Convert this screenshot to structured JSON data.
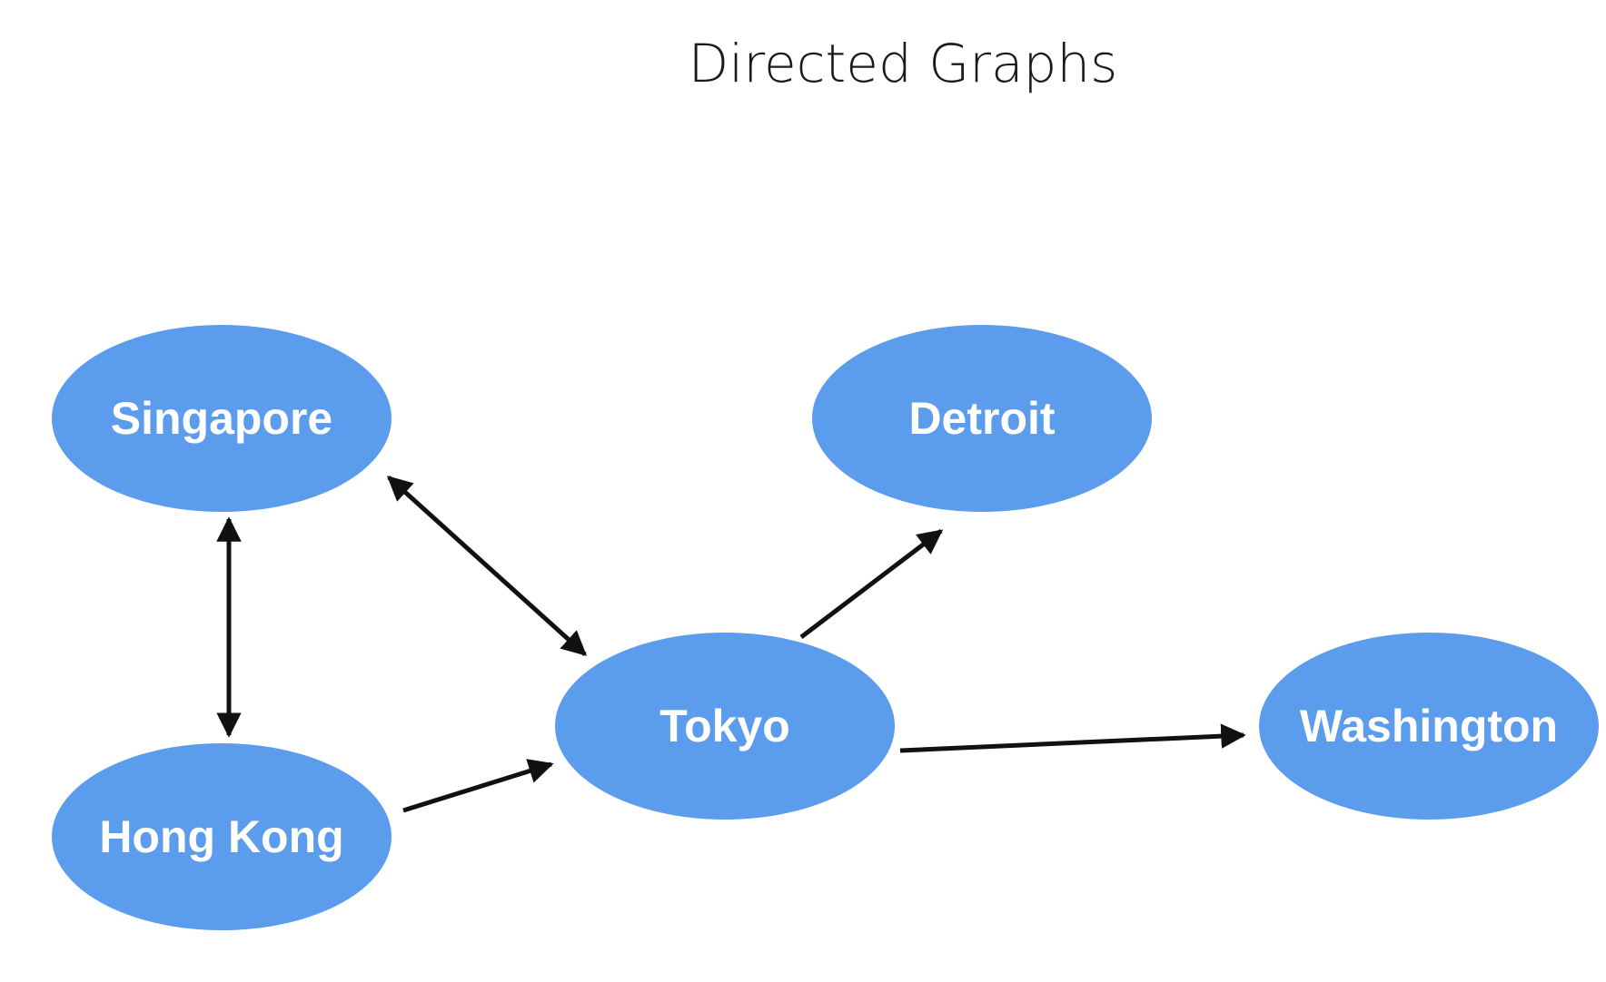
{
  "title": "Directed Graphs",
  "colors": {
    "node_fill": "#5b9cec",
    "node_text": "#ffffff",
    "edge": "#111111"
  },
  "nodes": [
    {
      "id": "singapore",
      "label": "Singapore"
    },
    {
      "id": "hongkong",
      "label": "Hong Kong"
    },
    {
      "id": "tokyo",
      "label": "Tokyo"
    },
    {
      "id": "detroit",
      "label": "Detroit"
    },
    {
      "id": "washington",
      "label": "Washington"
    }
  ],
  "edges": [
    {
      "from": "singapore",
      "to": "hongkong",
      "bidirectional": true
    },
    {
      "from": "singapore",
      "to": "tokyo",
      "bidirectional": true
    },
    {
      "from": "hongkong",
      "to": "tokyo",
      "bidirectional": false
    },
    {
      "from": "tokyo",
      "to": "detroit",
      "bidirectional": false
    },
    {
      "from": "tokyo",
      "to": "washington",
      "bidirectional": false
    }
  ]
}
